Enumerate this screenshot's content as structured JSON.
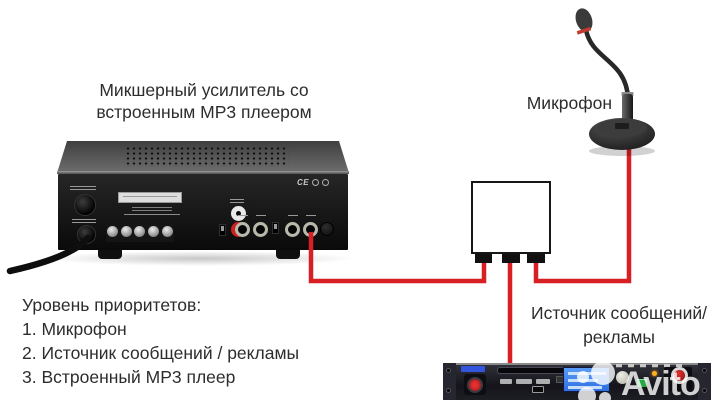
{
  "labels": {
    "amplifier_line1": "Микшерный усилитель со",
    "amplifier_line2": "встроенным MP3 плеером",
    "microphone": "Микрофон",
    "source_line1": "Источник сообщений/",
    "source_line2": "рекламы"
  },
  "priority": {
    "title": "Уровень приоритетов:",
    "items": [
      "1. Микрофон",
      "2. Источник сообщений / рекламы",
      "3. Встроенный MP3 плеер"
    ]
  },
  "amplifier": {
    "ce_mark": "CE"
  },
  "watermark": {
    "text": "Avito"
  },
  "colors": {
    "cable_red": "#d81f24",
    "power_cable": "#0e0e0e",
    "background": "#ffffff",
    "text": "#2d2d2d"
  }
}
